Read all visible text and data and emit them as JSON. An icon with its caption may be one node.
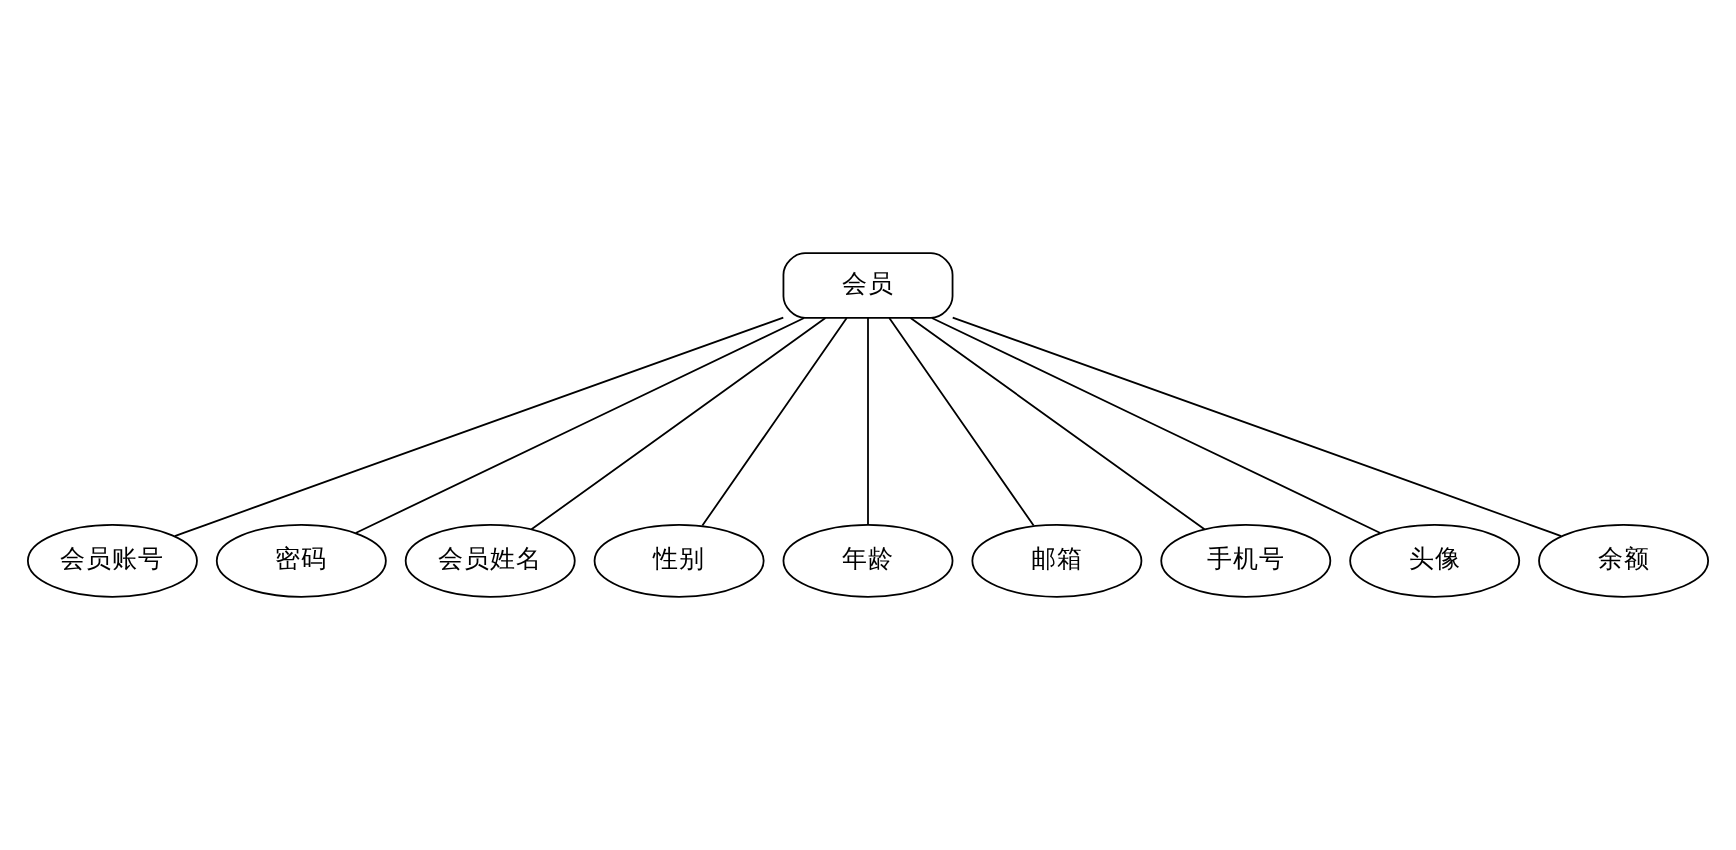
{
  "diagram": {
    "nodes": [
      {
        "text": [
          "会员"
        ]
      },
      {
        "text": [
          "会员账号"
        ]
      },
      {
        "text": [
          "密码"
        ]
      },
      {
        "text": [
          "会员姓名"
        ]
      },
      {
        "text": [
          "性别"
        ]
      },
      {
        "text": [
          "年龄"
        ]
      },
      {
        "text": [
          "邮箱"
        ]
      },
      {
        "text": [
          "手机号"
        ]
      },
      {
        "text": [
          "头像"
        ]
      },
      {
        "text": [
          "余额"
        ]
      }
    ],
    "edges": [
      {
        "from": 0,
        "to": 1,
        "arrow": "none"
      },
      {
        "from": 0,
        "to": 2,
        "arrow": "none"
      },
      {
        "from": 0,
        "to": 3,
        "arrow": "none"
      },
      {
        "from": 0,
        "to": 4,
        "arrow": "none"
      },
      {
        "from": 0,
        "to": 5,
        "arrow": "none"
      },
      {
        "from": 0,
        "to": 6,
        "arrow": "none"
      },
      {
        "from": 0,
        "to": 7,
        "arrow": "none"
      },
      {
        "from": 0,
        "to": 8,
        "arrow": "none"
      },
      {
        "from": 0,
        "to": 9,
        "arrow": "none"
      }
    ]
  }
}
